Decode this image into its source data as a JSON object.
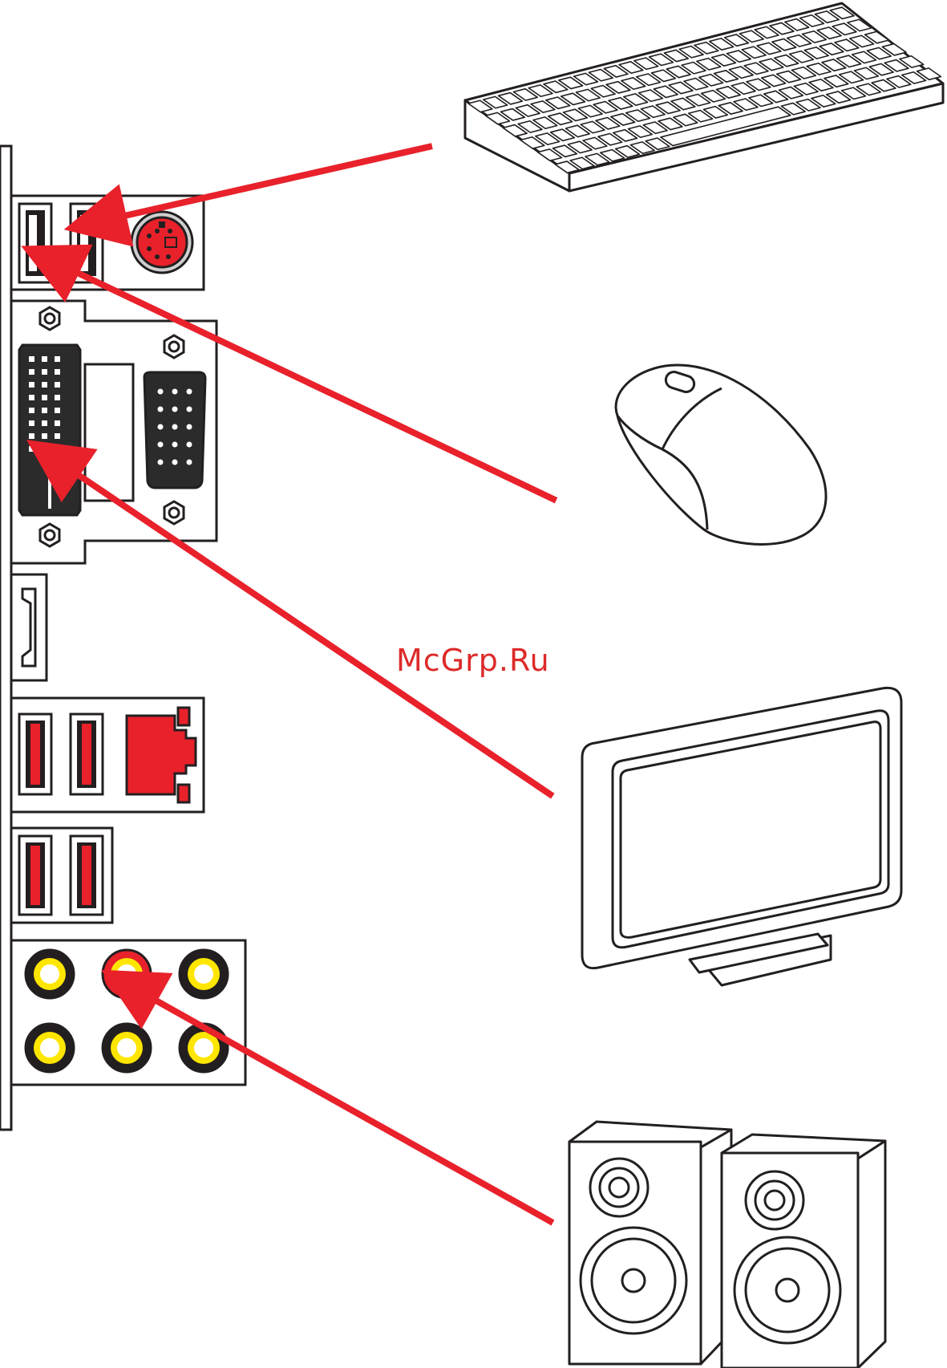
{
  "watermark": {
    "text": "McGrp.Ru",
    "color": "#dd2a2a"
  },
  "colors": {
    "arrow": "#e8212b",
    "port_red": "#e8212b",
    "audio_ring": "#ffe600",
    "outline": "#231f20",
    "port_dark": "#2b2b2b"
  },
  "panel": {
    "ports": [
      {
        "id": "usb-ps2-group",
        "icons": [
          "usb-port-icon",
          "usb-port-icon",
          "ps2-port-icon"
        ]
      },
      {
        "id": "video-group",
        "icons": [
          "dvi-port-icon",
          "vga-port-icon"
        ]
      },
      {
        "id": "hdmi-group",
        "icons": [
          "hdmi-port-icon"
        ]
      },
      {
        "id": "usb-lan-group",
        "icons": [
          "usb3-port-icon",
          "usb3-port-icon",
          "lan-port-icon"
        ]
      },
      {
        "id": "usb-group-2",
        "icons": [
          "usb3-port-icon",
          "usb3-port-icon"
        ]
      },
      {
        "id": "audio-group",
        "icons": [
          "audio-jack-icon"
        ]
      }
    ]
  },
  "devices": [
    {
      "id": "keyboard",
      "icon": "keyboard-icon",
      "connects_to": "ps2-port-icon"
    },
    {
      "id": "mouse",
      "icon": "mouse-icon",
      "connects_to": "usb-port-icon"
    },
    {
      "id": "monitor",
      "icon": "monitor-icon",
      "connects_to": "dvi-port-icon"
    },
    {
      "id": "speakers",
      "icon": "speakers-icon",
      "connects_to": "audio-jack-icon"
    }
  ]
}
